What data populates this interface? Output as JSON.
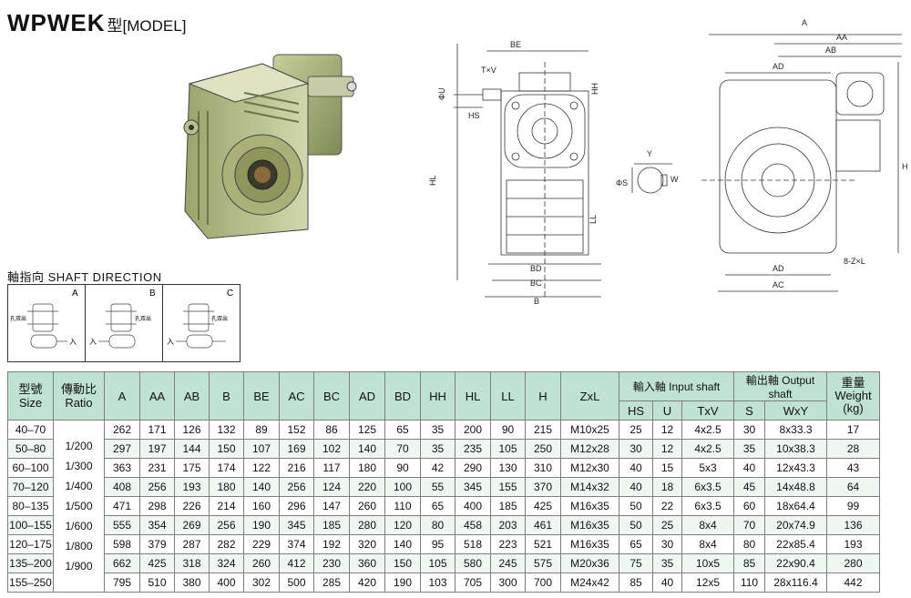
{
  "title": {
    "main": "WPWEK",
    "sub": "型[MODEL]"
  },
  "shaft_direction": {
    "title": "軸指向  SHAFT DIRECTION",
    "panels": [
      {
        "letter": "A",
        "note": "孔双出",
        "in_label": "入"
      },
      {
        "letter": "B",
        "note": "孔双出",
        "in_label": "入"
      },
      {
        "letter": "C",
        "note": "孔双出",
        "in_label": "入"
      }
    ]
  },
  "drawing_labels": {
    "side": [
      "BE",
      "T×V",
      "ΦU",
      "HS",
      "HH",
      "HL",
      "LL",
      "BD",
      "BC",
      "B"
    ],
    "shaft": [
      "Y",
      "W",
      "ΦS"
    ],
    "front": [
      "A",
      "AA",
      "AB",
      "AD",
      "H",
      "AD",
      "AC",
      "8-Z×L"
    ]
  },
  "table": {
    "headers": {
      "size": "型號\nSize",
      "ratio": "傳動比\nRatio",
      "cols": [
        "A",
        "AA",
        "AB",
        "B",
        "BE",
        "AC",
        "BC",
        "AD",
        "BD",
        "HH",
        "HL",
        "LL",
        "H",
        "ZxL"
      ],
      "input_group": "輸入軸 Input shaft",
      "input_cols": [
        "HS",
        "U",
        "TxV"
      ],
      "output_group": "輸出軸 Output shaft",
      "output_cols": [
        "S",
        "WxY"
      ],
      "weight": "重量\nWeight\n(kg)"
    },
    "ratios": [
      "1/200",
      "1/300",
      "1/400",
      "1/500",
      "1/600",
      "1/800",
      "1/900"
    ],
    "rows": [
      [
        "40–70",
        "262",
        "171",
        "126",
        "132",
        "89",
        "152",
        "86",
        "125",
        "65",
        "35",
        "200",
        "90",
        "215",
        "M10x25",
        "25",
        "12",
        "4x2.5",
        "30",
        "8x33.3",
        "17"
      ],
      [
        "50–80",
        "297",
        "197",
        "144",
        "150",
        "107",
        "169",
        "102",
        "140",
        "70",
        "35",
        "235",
        "105",
        "250",
        "M12x28",
        "30",
        "12",
        "4x2.5",
        "35",
        "10x38.3",
        "28"
      ],
      [
        "60–100",
        "363",
        "231",
        "175",
        "174",
        "122",
        "216",
        "117",
        "180",
        "90",
        "42",
        "290",
        "130",
        "310",
        "M12x30",
        "40",
        "15",
        "5x3",
        "40",
        "12x43.3",
        "43"
      ],
      [
        "70–120",
        "408",
        "256",
        "193",
        "180",
        "140",
        "256",
        "124",
        "220",
        "100",
        "55",
        "345",
        "155",
        "370",
        "M14x32",
        "40",
        "18",
        "6x3.5",
        "45",
        "14x48.8",
        "64"
      ],
      [
        "80–135",
        "471",
        "298",
        "226",
        "214",
        "160",
        "296",
        "147",
        "260",
        "110",
        "65",
        "400",
        "185",
        "425",
        "M16x35",
        "50",
        "22",
        "6x3.5",
        "60",
        "18x64.4",
        "99"
      ],
      [
        "100–155",
        "555",
        "354",
        "269",
        "256",
        "190",
        "345",
        "185",
        "280",
        "120",
        "80",
        "458",
        "203",
        "461",
        "M16x35",
        "50",
        "25",
        "8x4",
        "70",
        "20x74.9",
        "136"
      ],
      [
        "120–175",
        "598",
        "379",
        "287",
        "282",
        "229",
        "374",
        "192",
        "320",
        "140",
        "95",
        "518",
        "223",
        "521",
        "M16x35",
        "65",
        "30",
        "8x4",
        "80",
        "22x85.4",
        "193"
      ],
      [
        "135–200",
        "662",
        "425",
        "318",
        "324",
        "260",
        "412",
        "230",
        "360",
        "150",
        "105",
        "580",
        "245",
        "575",
        "M20x36",
        "75",
        "35",
        "10x5",
        "85",
        "22x90.4",
        "280"
      ],
      [
        "155–250",
        "795",
        "510",
        "380",
        "400",
        "302",
        "500",
        "285",
        "420",
        "190",
        "103",
        "705",
        "300",
        "700",
        "M24x42",
        "85",
        "40",
        "12x5",
        "110",
        "28x116.4",
        "442"
      ]
    ]
  }
}
